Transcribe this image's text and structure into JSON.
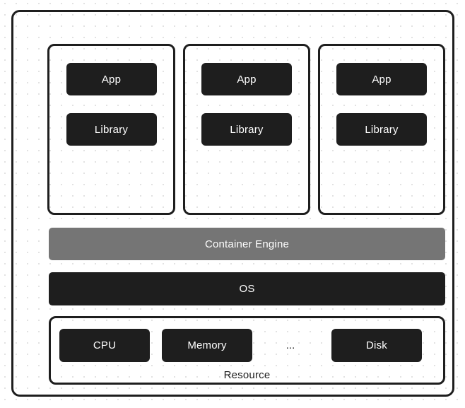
{
  "canvas": {
    "background_color": "#ffffff",
    "dot_grid_color": "#e2e2e2",
    "dark_color": "#1e1e1e",
    "gray_color": "#757575",
    "light_text_color": "#ffffff"
  },
  "containers": [
    {
      "app": "App",
      "library": "Library"
    },
    {
      "app": "App",
      "library": "Library"
    },
    {
      "app": "App",
      "library": "Library"
    }
  ],
  "engine": {
    "label": "Container Engine"
  },
  "os": {
    "label": "OS"
  },
  "resource": {
    "label": "Resource",
    "cpu": "CPU",
    "memory": "Memory",
    "ellipsis": "...",
    "disk": "Disk"
  }
}
